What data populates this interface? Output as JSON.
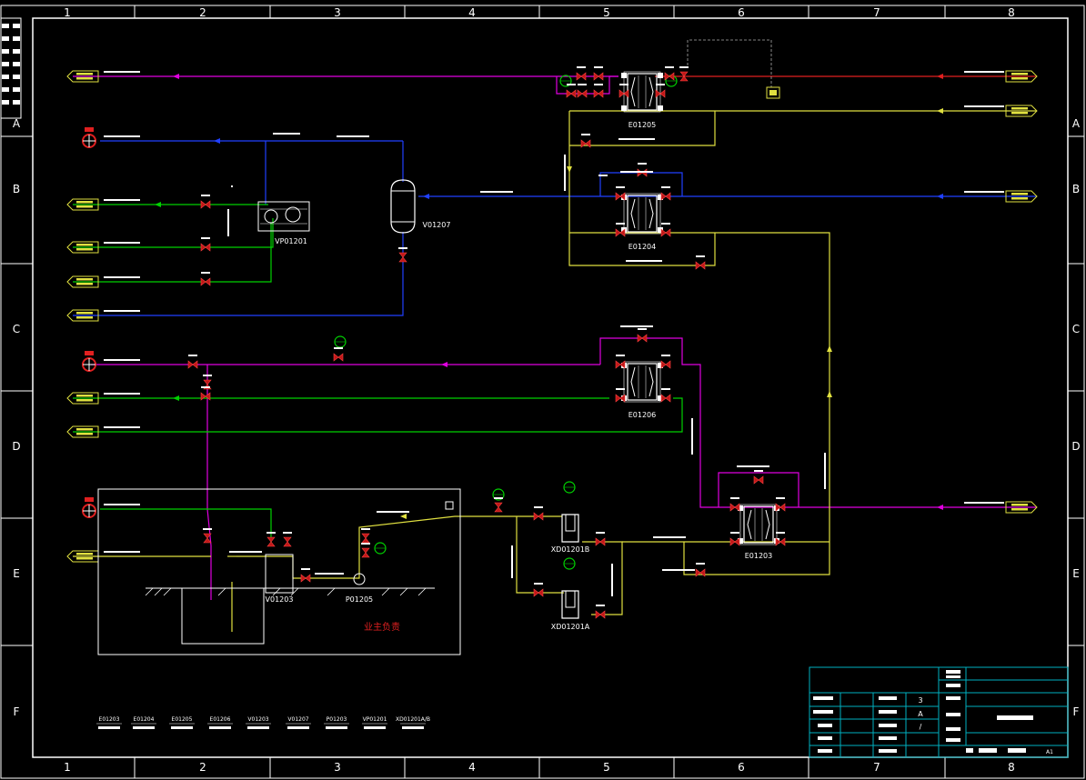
{
  "drawing": {
    "columns": [
      "1",
      "2",
      "3",
      "4",
      "5",
      "6",
      "7",
      "8"
    ],
    "rows": [
      "A",
      "B",
      "C",
      "D",
      "E",
      "F"
    ]
  },
  "equipment": {
    "E01205": "E01205",
    "E01204": "E01204",
    "E01206": "E01206",
    "E01203": "E01203",
    "V01207": "V01207",
    "VP01201": "VP01201",
    "V01203": "V01203",
    "P01205": "P01205",
    "XD01201B": "XD01201B",
    "XD01201A": "XD01201A"
  },
  "annotation_red": "业主负责",
  "legend": {
    "items": [
      "E01203",
      "E01204",
      "E01205",
      "E01206",
      "V01203",
      "V01207",
      "P01203",
      "VP01201",
      "XD01201A/B"
    ]
  },
  "title_block": {
    "values": [
      "3",
      "A",
      "/"
    ],
    "sheet_size": "A1"
  },
  "colors": {
    "background": "#000000",
    "frame": "#ffffff",
    "process_magenta": "#e000e0",
    "vacuum_blue": "#2040ff",
    "cooling_green": "#00d000",
    "product_yellow": "#e0e040",
    "steam_red": "#e02020",
    "title_block_cyan": "#00b0c0"
  }
}
